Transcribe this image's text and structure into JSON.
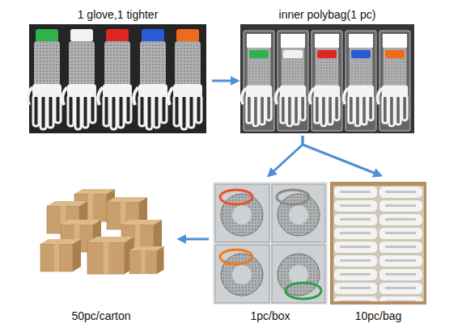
{
  "diagram": {
    "nodes": [
      {
        "text": [
          "1 glove,1 tighter"
        ]
      },
      {
        "text": [
          "inner polybag(1 pc)"
        ]
      },
      {
        "text": [
          "50pc/carton"
        ]
      },
      {
        "text": [
          "1pc/box"
        ]
      },
      {
        "text": [
          "10pc/bag"
        ]
      }
    ],
    "edges": [
      {
        "from": 0,
        "to": 1,
        "arrow": "to"
      },
      {
        "from": 1,
        "to": 3,
        "arrow": "to"
      },
      {
        "from": 1,
        "to": 4,
        "arrow": "to"
      },
      {
        "from": 3,
        "to": 2,
        "arrow": "to"
      }
    ]
  }
}
